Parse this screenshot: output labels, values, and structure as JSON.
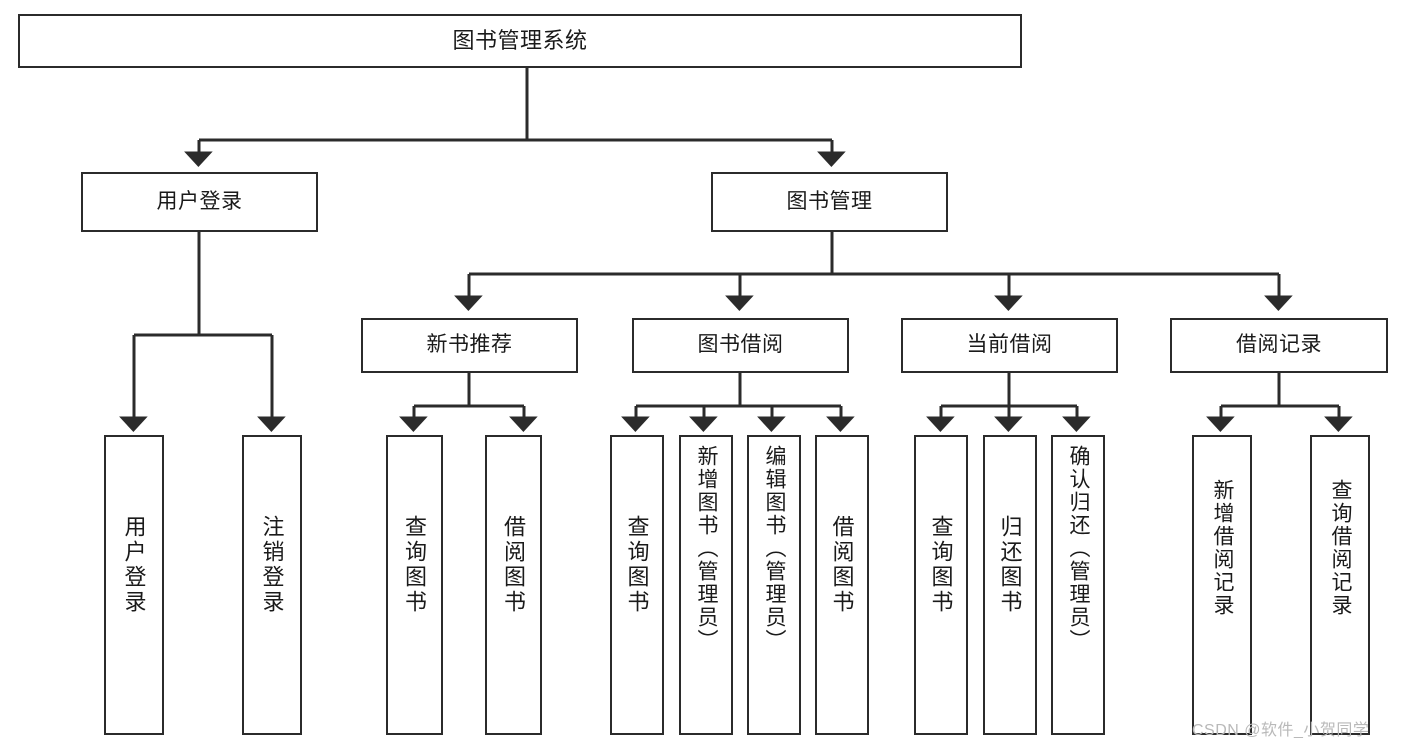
{
  "diagram": {
    "title": "图书管理系统",
    "type": "hierarchy-tree",
    "watermark": "CSDN @软件_小贺同学",
    "colors": {
      "stroke": "#2b2b2b",
      "fill": "#ffffff",
      "text": "#1a1a1a",
      "watermark": "#b9b9b9"
    },
    "levels": {
      "root": {
        "label": "图书管理系统"
      },
      "level2": [
        {
          "id": "user-login",
          "label": "用户登录"
        },
        {
          "id": "book-manage",
          "label": "图书管理"
        }
      ],
      "level3": [
        {
          "id": "new-book-recommend",
          "label": "新书推荐"
        },
        {
          "id": "book-borrow",
          "label": "图书借阅"
        },
        {
          "id": "current-borrow",
          "label": "当前借阅"
        },
        {
          "id": "borrow-record",
          "label": "借阅记录"
        }
      ],
      "leaves": [
        {
          "id": "leaf-user-login",
          "label": "用户登录",
          "parent": "user-login"
        },
        {
          "id": "leaf-logout-login",
          "label": "注销登录",
          "parent": "user-login"
        },
        {
          "id": "leaf-query-book-1",
          "label": "查询图书",
          "parent": "new-book-recommend"
        },
        {
          "id": "leaf-borrow-book-1",
          "label": "借阅图书",
          "parent": "new-book-recommend"
        },
        {
          "id": "leaf-query-book-2",
          "label": "查询图书",
          "parent": "book-borrow"
        },
        {
          "id": "leaf-add-book",
          "label": "新增图书（管理员）",
          "parent": "book-borrow"
        },
        {
          "id": "leaf-edit-book",
          "label": "编辑图书（管理员）",
          "parent": "book-borrow"
        },
        {
          "id": "leaf-borrow-book-2",
          "label": "借阅图书",
          "parent": "book-borrow"
        },
        {
          "id": "leaf-query-book-3",
          "label": "查询图书",
          "parent": "current-borrow"
        },
        {
          "id": "leaf-return-book",
          "label": "归还图书",
          "parent": "current-borrow"
        },
        {
          "id": "leaf-confirm-return",
          "label": "确认归还（管理员）",
          "parent": "current-borrow"
        },
        {
          "id": "leaf-add-record",
          "label": "新增借阅记录",
          "parent": "borrow-record"
        },
        {
          "id": "leaf-query-record",
          "label": "查询借阅记录",
          "parent": "borrow-record"
        }
      ]
    }
  }
}
